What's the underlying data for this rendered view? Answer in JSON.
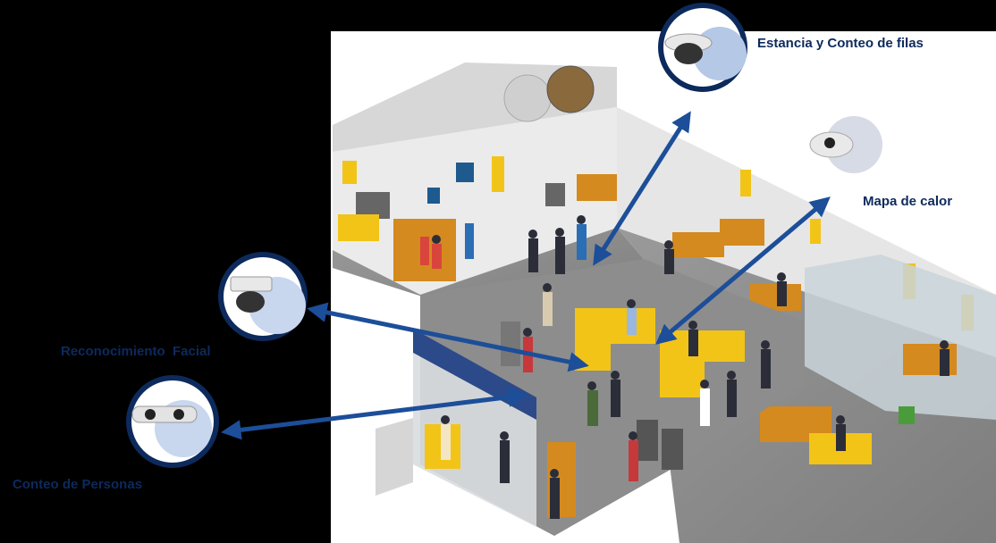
{
  "callouts": {
    "queue": {
      "label": "Estancia y Conteo de filas",
      "icon": "dome-camera-icon"
    },
    "heatmap": {
      "label": "Mapa de calor",
      "icon": "fisheye-camera-icon"
    },
    "face": {
      "label": "Reconocimiento  Facial",
      "icon": "dome-camera-icon"
    },
    "people": {
      "label": "Conteo de Personas",
      "icon": "stereo-counter-camera-icon"
    }
  },
  "colors": {
    "background": "#000000",
    "accent_navy": "#0d2a5c",
    "arrow_blue": "#1c4e99",
    "floor": "#8e8e8e",
    "wall": "#e9e9e9",
    "furniture_yellow": "#f2c418",
    "wood": "#d48a1e"
  }
}
